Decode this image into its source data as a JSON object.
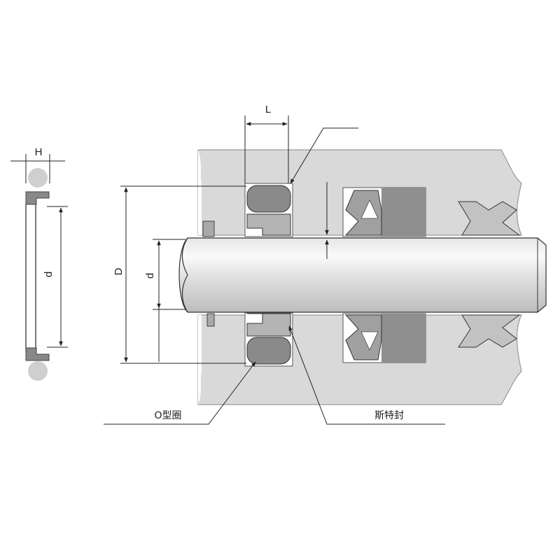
{
  "labels": {
    "H": "H",
    "d_left": "d",
    "L": "L",
    "D": "D",
    "d_main": "d",
    "o_ring": "O型圈",
    "step_seal": "斯特封"
  },
  "colors": {
    "housing": "#d9d9d9",
    "rod_light": "#f4f4f4",
    "rod_shade": "#c8c8c8",
    "o_ring": "#8a8a8a",
    "step_seal": "#b4b4b4",
    "line": "#222222"
  }
}
